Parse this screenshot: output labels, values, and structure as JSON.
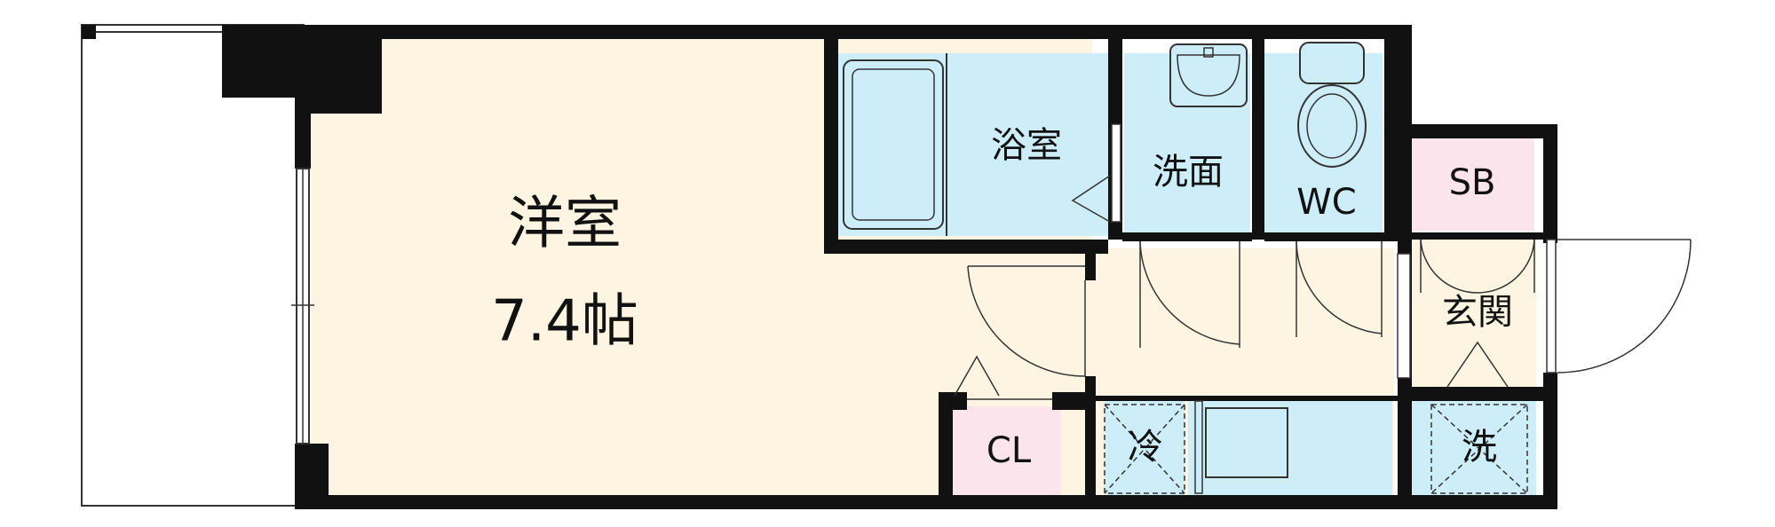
{
  "rooms": {
    "western_room": {
      "name": "洋室",
      "size": "7.4帖"
    },
    "bath": {
      "name": "浴室"
    },
    "washroom": {
      "name": "洗面"
    },
    "toilet": {
      "name": "WC"
    },
    "shoe_box": {
      "name": "SB"
    },
    "entrance": {
      "name": "玄関"
    },
    "closet": {
      "name": "CL"
    },
    "fridge": {
      "name": "冷"
    },
    "washer": {
      "name": "洗"
    }
  },
  "colors": {
    "room_floor": "#fdf5e1",
    "wet_area": "#cdeef8",
    "storage": "#fce4ec",
    "wall": "#111111",
    "line": "#333333"
  }
}
